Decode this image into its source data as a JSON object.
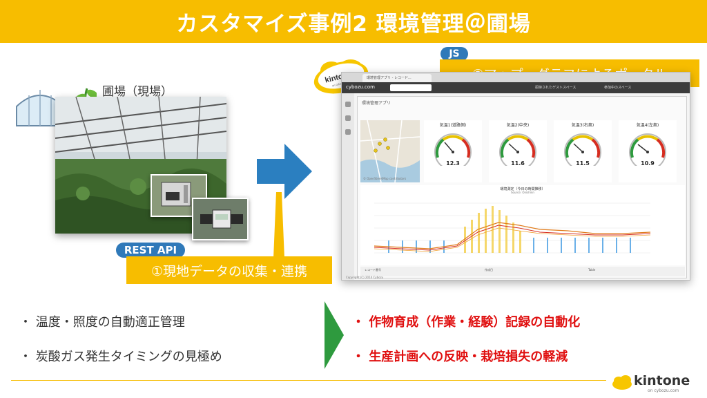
{
  "slide": {
    "title": "カスタマイズ事例2 環境管理＠圃場"
  },
  "left_panel": {
    "farm_label": "圃場（現場）",
    "rest_badge": "REST API",
    "collect_label": "①現地データの収集・連携"
  },
  "right_panel": {
    "js_badge": "JS",
    "portal_label": "②マップ・グラフによるポータル",
    "cloud_logo": "kintone",
    "cloud_logo_sub": "on cybozu.com"
  },
  "screenshot": {
    "tab_title": "環境管理アプリ - レコード...",
    "brand": "cybozu.com",
    "nav_items": [
      "招待されたゲストスペース",
      "参加中のスペース"
    ],
    "app_name": "環境管理アプリ",
    "map_copyright": "© OpenStreetMap contributors",
    "gauges": [
      {
        "title": "気温1(道路側)",
        "value": "12.3"
      },
      {
        "title": "気温2(中央)",
        "value": "11.6"
      },
      {
        "title": "気温3(右奥)",
        "value": "11.5"
      },
      {
        "title": "気温4(左奥)",
        "value": "10.9"
      }
    ],
    "chart_title": "環境測定（今日の時間推移）",
    "chart_subtitle": "Source: Onishinn",
    "footer_left": "レコード番号",
    "footer_mid": "作成日",
    "footer_right": "Table",
    "bottom_copyright": "Copyright (C) 2014 Cybozu"
  },
  "bullets_left": [
    "・ 温度・照度の自動適正管理",
    "・ 炭酸ガス発生タイミングの見極め"
  ],
  "bullets_right": [
    "・ 作物育成（作業・経験）記録の自動化",
    "・ 生産計画への反映・栽培損失の軽減"
  ],
  "footer_logo": {
    "name": "kintone",
    "sub": "on cybozu.com"
  },
  "colors": {
    "accent_yellow": "#f7bd00",
    "badge_blue": "#2f79b9",
    "arrow_blue": "#2b7fc0",
    "arrow_green": "#2e9a3e",
    "highlight_red": "#e01010"
  }
}
